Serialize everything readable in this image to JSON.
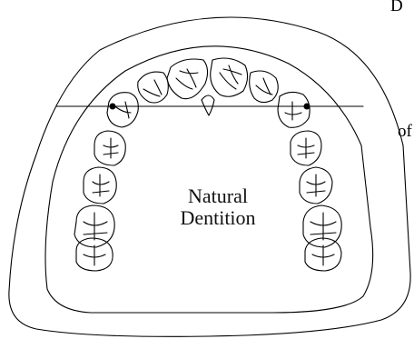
{
  "diagram": {
    "label_line1": "Natural",
    "label_line2": "Dentition",
    "edge_text_top": "D",
    "edge_text_right": "of"
  },
  "colors": {
    "stroke": "#000000",
    "background": "#ffffff"
  }
}
